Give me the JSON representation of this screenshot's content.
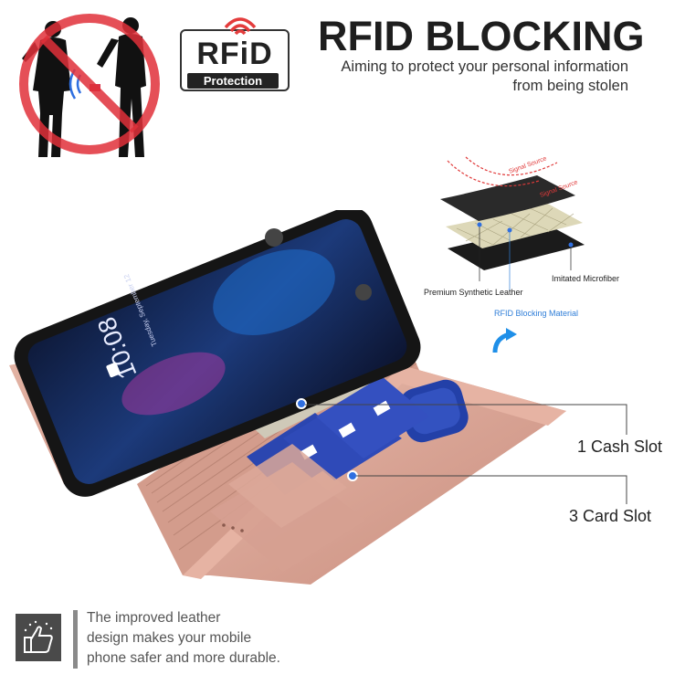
{
  "header": {
    "title": "RFID BLOCKING",
    "subtitle_line1": "Aiming to protect your personal information",
    "subtitle_line2": "from being stolen"
  },
  "rfid_badge": {
    "text_main": "RFiD",
    "text_sub": "Protection"
  },
  "layers": {
    "signal_1": "Signal Source",
    "signal_2": "Signal Source",
    "premium": "Premium Synthetic Leather",
    "microfiber": "Imitated Microfiber",
    "rfid_material": "RFID Blocking Material"
  },
  "phone": {
    "clock": "10:08",
    "date": "Tuesday, September 12"
  },
  "callouts": {
    "cash_slot": "1 Cash Slot",
    "card_slot": "3 Card Slot"
  },
  "footer": {
    "line1": "The improved leather",
    "line2": "design makes your mobile",
    "line3": "phone safer and more durable."
  },
  "colors": {
    "case_rose_gold": "#d9a595",
    "callout_dot": "#2f6fe0",
    "prohibition_red": "#e0303a",
    "arrow_blue": "#1f8fe8"
  }
}
